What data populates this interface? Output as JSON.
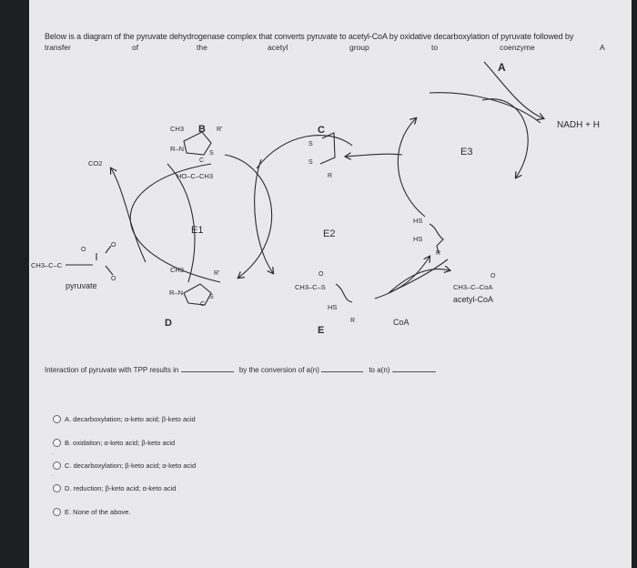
{
  "intro": "Below is a diagram of the pyruvate dehydrogenase complex that converts pyruvate to acetyl-CoA by oxidative decarboxylation of pyruvate followed by",
  "intro_gaps": [
    "transfer",
    "of",
    "the",
    "acetyl",
    "group",
    "to",
    "coenzyme",
    "A"
  ],
  "diagram": {
    "labels": {
      "A": "A",
      "B": "B",
      "C": "C",
      "D": "D",
      "E": "E",
      "E1": "E1",
      "E2": "E2",
      "E3": "E3",
      "nadh": "NADH + H",
      "co2": "CO2",
      "pyruvate": "pyruvate",
      "acetyl_coa": "acetyl-CoA",
      "coa": "CoA",
      "ch3": "CH3",
      "r": "R",
      "r_prime": "R'",
      "s": "S",
      "c": "C",
      "rn": "R–N",
      "hs": "HS",
      "o": "O",
      "ho_c_ch3": "HO–C–CH3",
      "ch3_c_c": "CH3–C–C",
      "ch3_c_s": "CH3–C–S",
      "ch3_c_coa": "CH3–C–CoA"
    }
  },
  "question": {
    "part1": "Interaction of pyruvate with TPP results in",
    "part2": "by the conversion of a(n)",
    "part3": "to a(n)"
  },
  "options": [
    "A. decarboxylation; α-keto acid; β-keto acid",
    "B. oxidation; α-keto acid; β-keto acid",
    "C. decarboxylation; β-keto acid; α-keto acid",
    "D. reduction; β-keto acid; α-keto acid",
    "E. None of the above."
  ],
  "colors": {
    "page": "#e9e8ea",
    "ink": "#2c2c30",
    "frame": "#1e1f22"
  }
}
